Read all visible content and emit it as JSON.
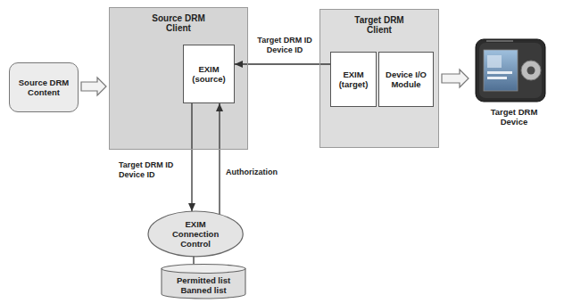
{
  "diagram": {
    "nodes": [
      {
        "text": [
          "Source DRM Content"
        ]
      },
      {
        "text": [
          "Source DRM Client"
        ]
      },
      {
        "text": [
          "EXIM (source)"
        ],
        "in": 1
      },
      {
        "text": [
          "Target DRM Client"
        ]
      },
      {
        "text": [
          "EXIM (target)"
        ],
        "in": 3
      },
      {
        "text": [
          "Device I/O Module"
        ],
        "in": 3
      },
      {
        "text": [
          "Target DRM Device"
        ]
      },
      {
        "text": [
          "EXIM Connection Control"
        ]
      },
      {
        "text": [
          "Permitted list Banned list"
        ]
      }
    ],
    "edges": [
      {
        "from": 0,
        "to": 1,
        "arrow": "to"
      },
      {
        "from": 4,
        "to": 2,
        "label": "Target DRM ID Device ID",
        "arrow": "to"
      },
      {
        "from": 3,
        "to": 6,
        "arrow": "to"
      },
      {
        "from": 2,
        "to": 7,
        "label": "Target DRM ID Device ID",
        "arrow": "to"
      },
      {
        "from": 7,
        "to": 2,
        "label": "Authorization",
        "arrow": "to"
      },
      {
        "from": 7,
        "to": 8,
        "arrow": "none"
      }
    ]
  }
}
